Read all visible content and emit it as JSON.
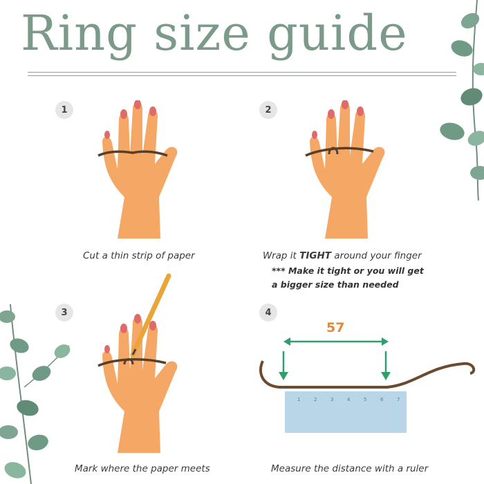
{
  "title": "Ring size guide",
  "steps": [
    {
      "number": "1",
      "caption": "Cut a thin strip of paper"
    },
    {
      "number": "2",
      "caption_pre": "Wrap it ",
      "caption_emphasis": "TIGHT",
      "caption_post": " around your finger",
      "note_line1": "*** Make it tight or you will get",
      "note_line2": "a bigger size than needed"
    },
    {
      "number": "3",
      "caption": "Mark where the paper meets"
    },
    {
      "number": "4",
      "caption": "Measure the distance with a ruler",
      "measurement": "57"
    }
  ],
  "ruler": {
    "ticks": [
      "1",
      "2",
      "3",
      "4",
      "5",
      "6",
      "7"
    ]
  },
  "colors": {
    "title": "#7b9a89",
    "skin": "#f5a766",
    "nail": "#e06a6a",
    "paper": "#6b4a2e",
    "arrow": "#2f9e6a",
    "measurement": "#e08a3a",
    "ruler": "#b9d6e8",
    "leaf": "#6f9a86"
  },
  "icons": [
    "pencil-icon",
    "eucalyptus-leaves-icon",
    "ruler-icon",
    "arrow-down-icon",
    "double-arrow-icon"
  ]
}
